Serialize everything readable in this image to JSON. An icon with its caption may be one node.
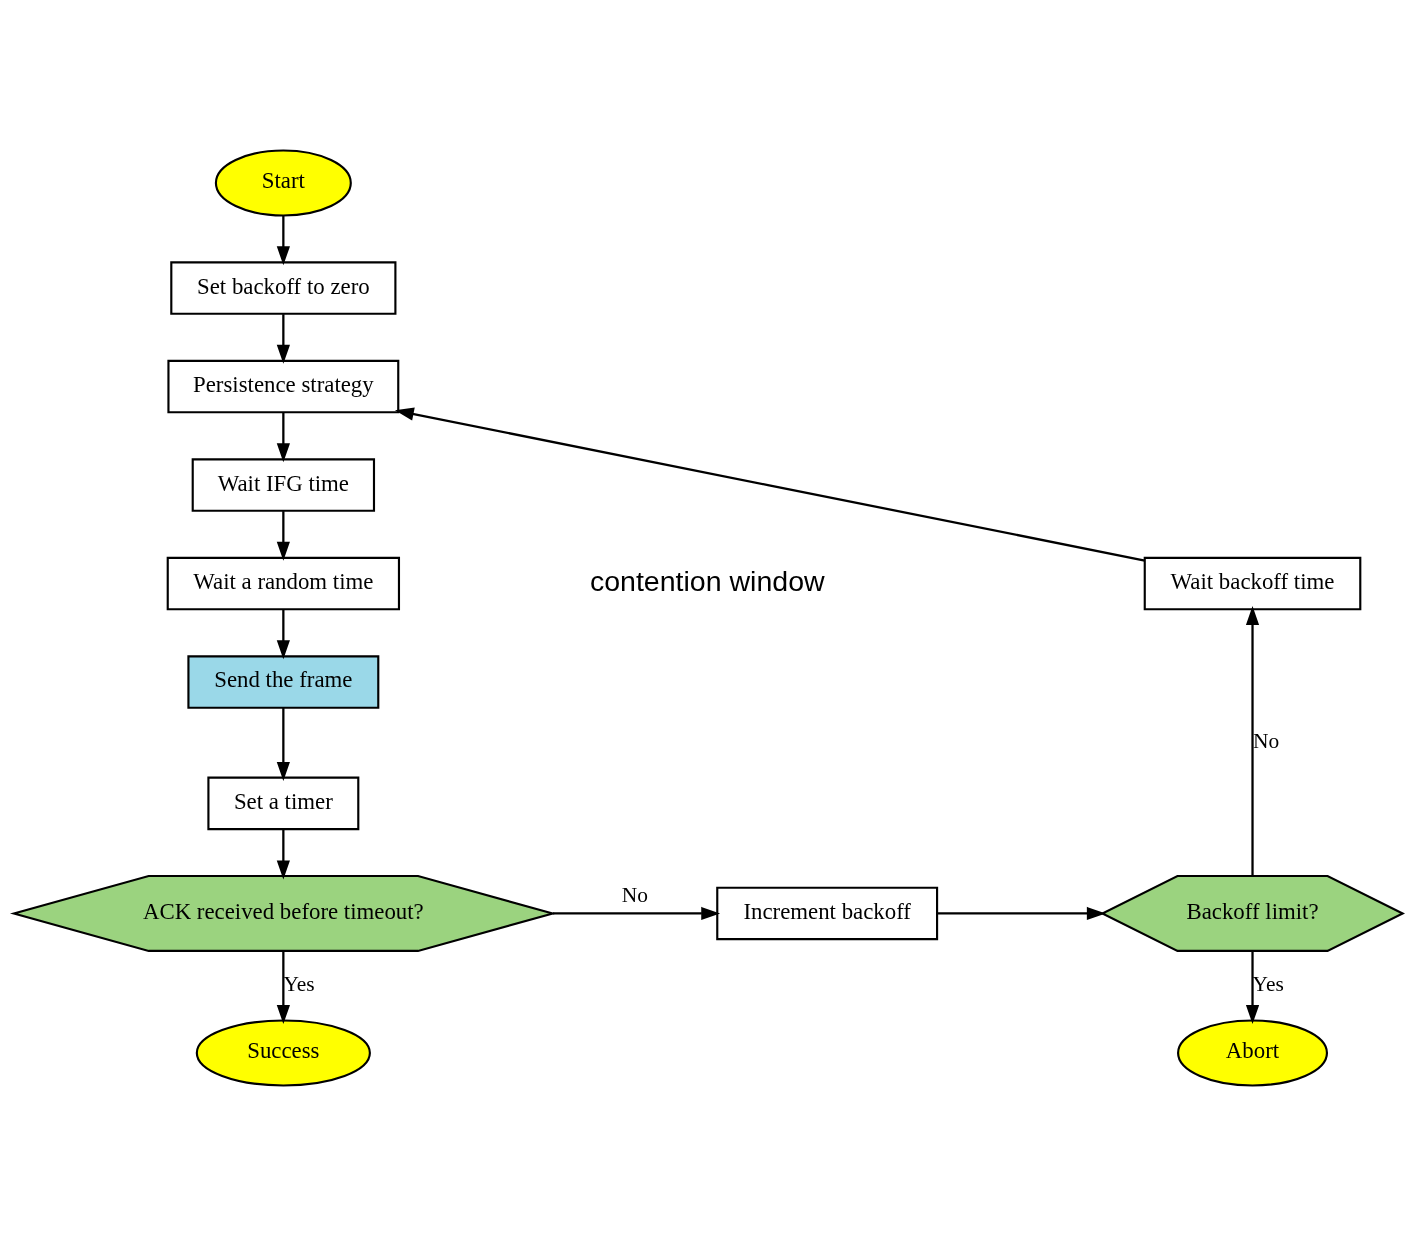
{
  "diagram": {
    "nodes": [
      {
        "text": [
          "Start"
        ]
      },
      {
        "text": [
          "Set backoff to zero"
        ]
      },
      {
        "text": [
          "Persistence strategy"
        ]
      },
      {
        "text": [
          "Wait IFG time"
        ]
      },
      {
        "text": [
          "Wait a random time"
        ]
      },
      {
        "text": [
          "Send the frame"
        ]
      },
      {
        "text": [
          "Set a timer"
        ]
      },
      {
        "text": [
          "ACK received before timeout?"
        ]
      },
      {
        "text": [
          "Success"
        ]
      },
      {
        "text": [
          "Increment backoff"
        ]
      },
      {
        "text": [
          "Backoff limit?"
        ]
      },
      {
        "text": [
          "Abort"
        ]
      },
      {
        "text": [
          "Wait backoff time"
        ]
      }
    ],
    "edges": [
      {
        "from": 0,
        "to": 1,
        "arrow": "to"
      },
      {
        "from": 1,
        "to": 2,
        "arrow": "to"
      },
      {
        "from": 2,
        "to": 3,
        "arrow": "to"
      },
      {
        "from": 3,
        "to": 4,
        "arrow": "to"
      },
      {
        "from": 4,
        "to": 5,
        "arrow": "to"
      },
      {
        "from": 5,
        "to": 6,
        "arrow": "to"
      },
      {
        "from": 6,
        "to": 7,
        "arrow": "to"
      },
      {
        "from": 7,
        "to": 8,
        "label": "Yes",
        "arrow": "to"
      },
      {
        "from": 7,
        "to": 9,
        "label": "No",
        "arrow": "to"
      },
      {
        "from": 9,
        "to": 10,
        "arrow": "to"
      },
      {
        "from": 10,
        "to": 11,
        "label": "Yes",
        "arrow": "to"
      },
      {
        "from": 10,
        "to": 12,
        "label": "No",
        "arrow": "to"
      },
      {
        "from": 12,
        "to": 2,
        "arrow": "to"
      }
    ],
    "labels": [
      "contention window"
    ]
  }
}
